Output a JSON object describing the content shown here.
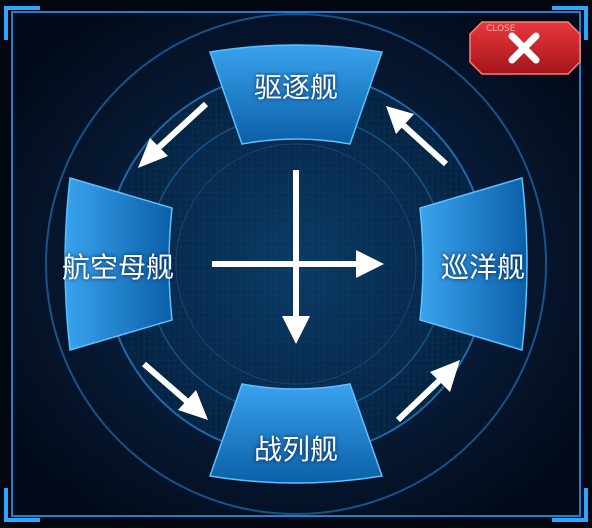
{
  "dialog": {
    "close_caption": "CLOSE"
  },
  "ships": {
    "destroyer": "驱逐舰",
    "cruiser": "巡洋舰",
    "battleship": "战列舰",
    "carrier": "航空母舰"
  },
  "icons": {
    "close": "x-icon",
    "arrows": "arrow-icon"
  },
  "colors": {
    "frame": "#1f8fe6",
    "panel": "#061a33",
    "segment": "#0f74c4",
    "close_button": "#d4262b",
    "arrow": "#ffffff"
  }
}
